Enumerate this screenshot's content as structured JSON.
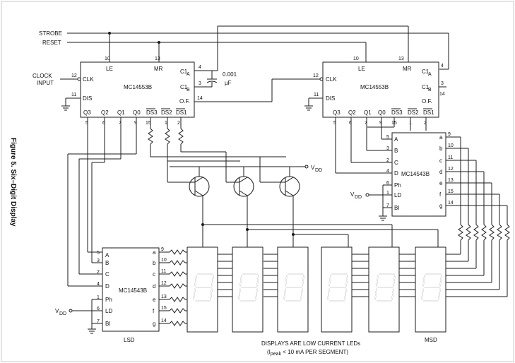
{
  "figure_title": "Figure 5. Six–Digit Display",
  "inputs": {
    "strobe": "STROBE",
    "reset": "RESET",
    "clock_line1": "CLOCK",
    "clock_line2": "INPUT"
  },
  "counter_left": {
    "part": "MC14553B",
    "pins": {
      "le": "10",
      "mr": "13",
      "c1a": "4",
      "c1b": "3",
      "of": "14",
      "clk": "12",
      "dis": "11",
      "q3": "5",
      "q2": "6",
      "q1": "7",
      "q0": "9",
      "ds3": "15",
      "ds2": "1",
      "ds1": "2"
    },
    "labels": {
      "le": "LE",
      "mr": "MR",
      "c1a": "C1",
      "c1a_sub": "A",
      "c1b": "C1",
      "c1b_sub": "B",
      "of": "O.F.",
      "clk": "CLK",
      "dis": "DIS",
      "q3": "Q3",
      "q2": "Q2",
      "q1": "Q1",
      "q0": "Q0",
      "ds3": "DS3",
      "ds2": "DS2",
      "ds1": "DS1"
    }
  },
  "counter_right": {
    "part": "MC14553B",
    "pins": {
      "le": "10",
      "mr": "13",
      "c1a": "4",
      "c1b": "3",
      "of": "14",
      "clk": "12",
      "dis": "11",
      "q3": "5",
      "q2": "6",
      "q1": "7",
      "q0": "9",
      "ds3": "15",
      "ds2": "1",
      "ds1": "2"
    },
    "labels": {
      "le": "LE",
      "mr": "MR",
      "c1a": "C1",
      "c1a_sub": "A",
      "c1b": "C1",
      "c1b_sub": "B",
      "of": "O.F.",
      "clk": "CLK",
      "dis": "DIS",
      "q3": "Q3",
      "q2": "Q2",
      "q1": "Q1",
      "q0": "Q0",
      "ds3": "DS3",
      "ds2": "DS2",
      "ds1": "DS1"
    }
  },
  "capacitor": {
    "value": "0.001",
    "unit": "µF"
  },
  "decoder_left": {
    "part": "MC14543B",
    "in_pins": [
      "5",
      "3",
      "2",
      "4",
      "1",
      "6",
      "7"
    ],
    "in_labels": [
      "A",
      "B",
      "C",
      "D",
      "Ph",
      "LD",
      "BI"
    ],
    "out_pins": [
      "9",
      "10",
      "11",
      "12",
      "13",
      "15",
      "14"
    ],
    "out_labels": [
      "a",
      "b",
      "c",
      "d",
      "e",
      "f",
      "g"
    ]
  },
  "decoder_right": {
    "part": "MC14543B",
    "in_pins": [
      "5",
      "3",
      "2",
      "4",
      "6",
      "1",
      "7"
    ],
    "in_labels": [
      "A",
      "B",
      "C",
      "D",
      "Ph",
      "LD",
      "BI"
    ],
    "out_pins": [
      "9",
      "10",
      "11",
      "12",
      "13",
      "15",
      "14"
    ],
    "out_labels": [
      "a",
      "b",
      "c",
      "d",
      "e",
      "f",
      "g"
    ]
  },
  "supply": {
    "main": "V",
    "sub": "DD"
  },
  "lsd": "LSD",
  "msd": "MSD",
  "note_line1": "DISPLAYS ARE LOW CURRENT LEDs",
  "note_line2_pre": "(I",
  "note_line2_sub": "peak",
  "note_line2_post": " < 10 mA PER SEGMENT)"
}
